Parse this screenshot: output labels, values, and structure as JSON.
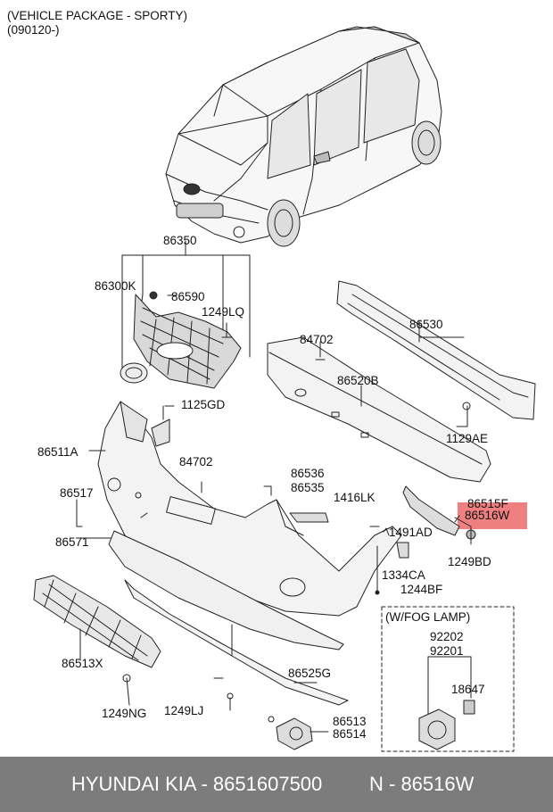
{
  "header": {
    "package": "(VEHICLE PACKAGE - SPORTY)",
    "date_range": "(090120-)"
  },
  "parts": {
    "p86350": "86350",
    "p86300K": "86300K",
    "p86590": "86590",
    "p1249LQ": "1249LQ",
    "p84702a": "84702",
    "p86530": "86530",
    "p86520B": "86520B",
    "p1125GD": "1125GD",
    "p1129AE": "1129AE",
    "p86511A": "86511A",
    "p84702b": "84702",
    "p86536": "86536",
    "p86535": "86535",
    "p1416LK": "1416LK",
    "p86515F": "86515F",
    "p86516W": "86516W",
    "p86517": "86517",
    "p86571": "86571",
    "p1491AD": "1491AD",
    "p1249BD": "1249BD",
    "p1334CA": "1334CA",
    "p1244BF": "1244BF",
    "p86513X": "86513X",
    "p86525G": "86525G",
    "p1249NG": "1249NG",
    "p1249LJ": "1249LJ",
    "p86513": "86513",
    "p86514": "86514",
    "fog_title": "(W/FOG LAMP)",
    "p92202": "92202",
    "p92201": "92201",
    "p18647": "18647"
  },
  "highlight_color": "#f08080",
  "footer": {
    "brand": "HYUNDAI  KIA - 8651607500",
    "part": "N - 86516W",
    "bg_color": "#7c7c7c"
  }
}
